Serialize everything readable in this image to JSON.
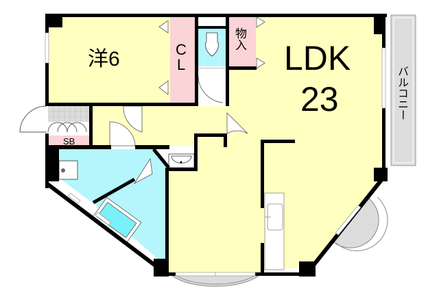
{
  "floorplan": {
    "rooms": {
      "western_room": {
        "label": "洋6",
        "type": "洋室",
        "size_jo": 6
      },
      "closet": {
        "label_line1": "C",
        "label_line2": "L"
      },
      "storage": {
        "label": "物入"
      },
      "ldk": {
        "label_line1": "LDK",
        "label_line2": "23",
        "size_jo": 23
      },
      "balcony": {
        "label": "バルコニー"
      },
      "shoe_box": {
        "label": "SB"
      }
    },
    "colors": {
      "room_yellow": "#ffffc0",
      "closet_pink": "#fad4d6",
      "wet_cyan": "#b4f6fc",
      "balcony_gray": "#dcdcdc",
      "wall_black": "#000000",
      "genkan_gray": "#dcdcdc"
    }
  }
}
